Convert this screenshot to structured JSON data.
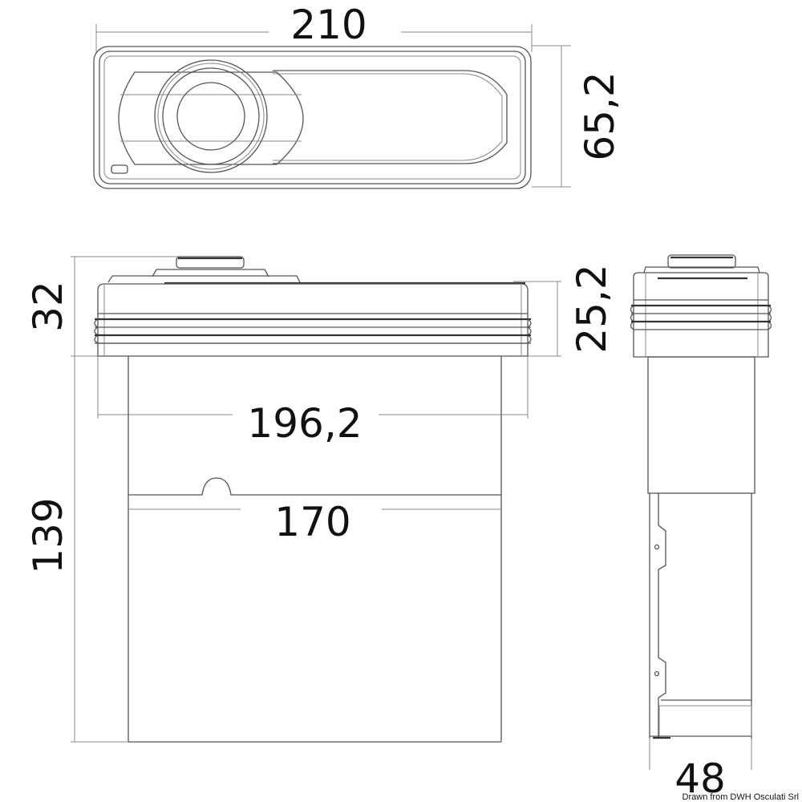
{
  "drawing": {
    "title": "Car radio / marine stereo dimensional drawing",
    "units": "mm",
    "views": {
      "front": {
        "label": "front-view"
      },
      "top": {
        "label": "top-view"
      },
      "side": {
        "label": "side-view"
      }
    },
    "dimensions": {
      "front_width": "210",
      "front_height": "65,2",
      "top_height": "32",
      "top_flange_height": "25,2",
      "top_flange_width": "196,2",
      "body_width": "170",
      "body_depth": "139",
      "side_width": "48"
    },
    "credit": "Drawn from DWH Osculati Srl"
  }
}
